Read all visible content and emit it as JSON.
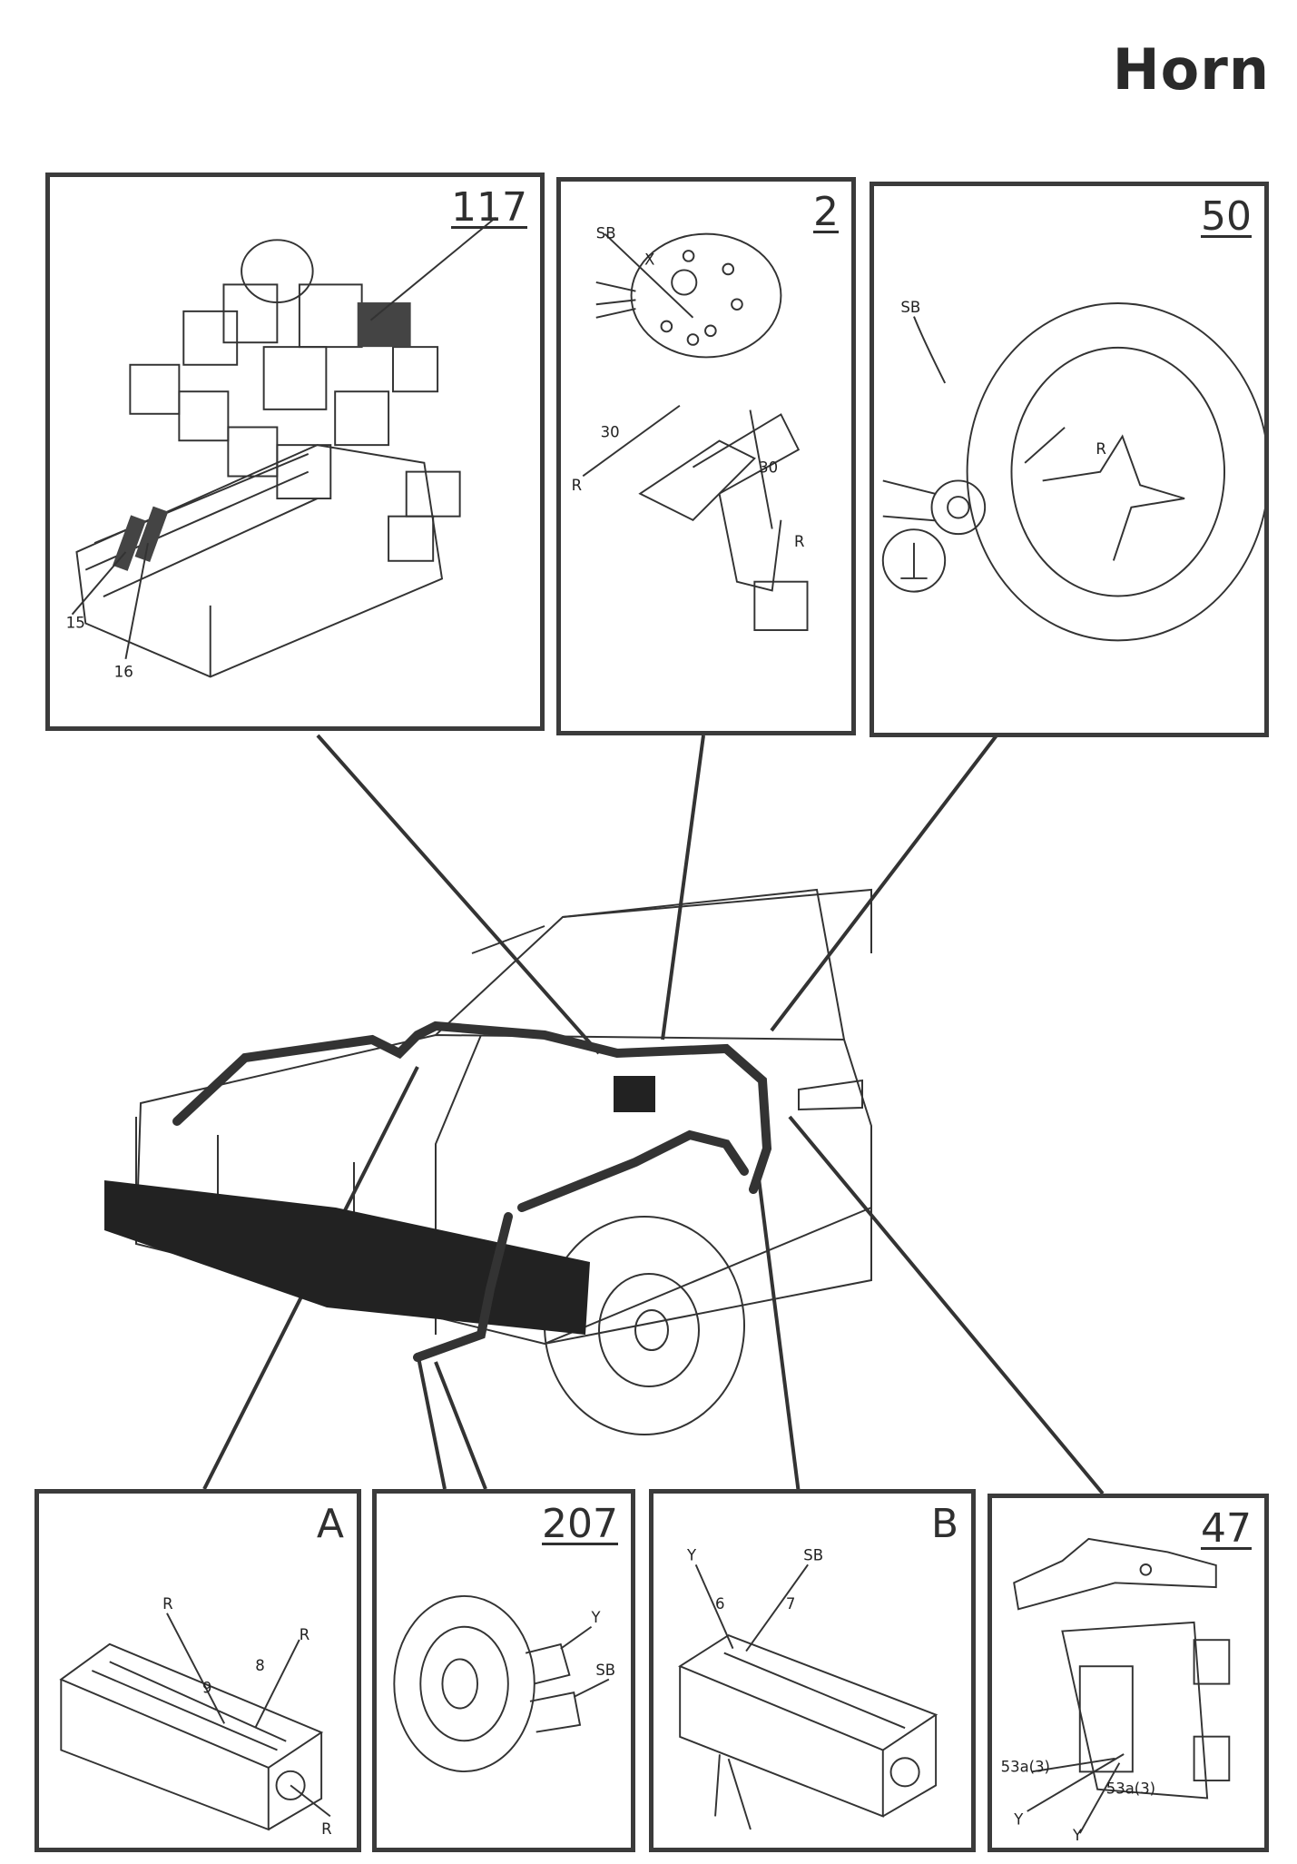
{
  "title": "Horn",
  "panels": {
    "p117": {
      "id": "117",
      "labels": {
        "a": "15",
        "b": "16"
      }
    },
    "p2": {
      "id": "2",
      "labels": {
        "sb": "SB",
        "x": "X",
        "t30a": "30",
        "r1": "R",
        "t30b": "30",
        "r2": "R"
      }
    },
    "p50": {
      "id": "50",
      "labels": {
        "sb": "SB",
        "r": "R"
      }
    },
    "pA": {
      "id": "A",
      "labels": {
        "r1": "R",
        "n9": "9",
        "n8": "8",
        "r2": "R",
        "r3": "R"
      }
    },
    "p207": {
      "id": "207",
      "labels": {
        "y": "Y",
        "sb": "SB"
      }
    },
    "pB": {
      "id": "B",
      "labels": {
        "y": "Y",
        "sb": "SB",
        "n6": "6",
        "n7": "7"
      }
    },
    "p47": {
      "id": "47",
      "labels": {
        "t1": "53a(3)",
        "t2": "53a(3)",
        "y1": "Y",
        "y2": "Y"
      }
    }
  },
  "colors": {
    "line": "#333333",
    "highlight": "#4a4a4a"
  }
}
